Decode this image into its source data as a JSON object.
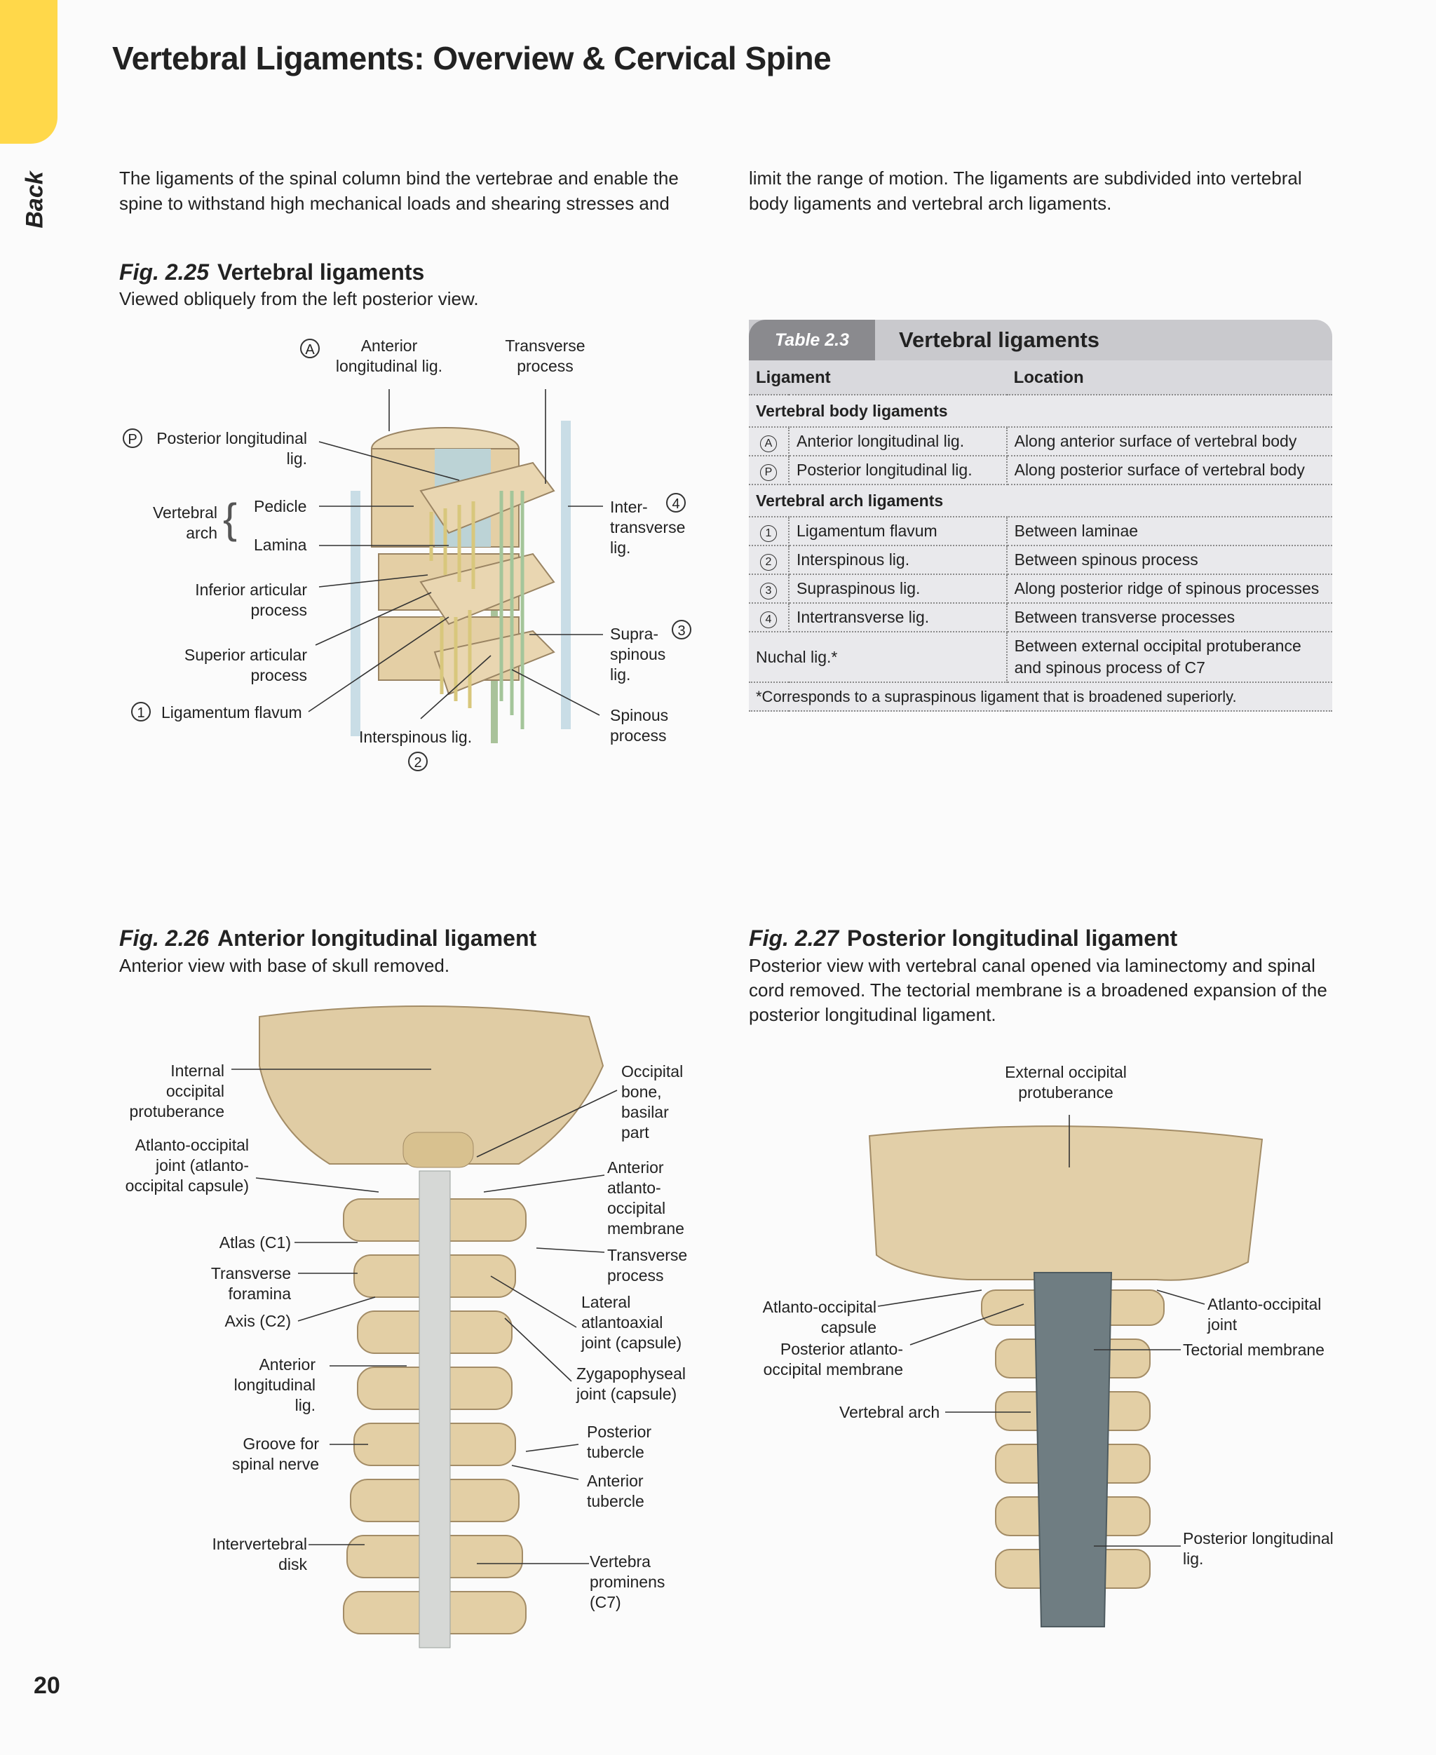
{
  "side_tab": "Back",
  "page_title": "Vertebral Ligaments: Overview & Cervical Spine",
  "intro_left": "The ligaments of the spinal column bind the vertebrae and enable the spine to withstand high mechanical loads and shearing stresses and",
  "intro_right": "limit the range of motion. The ligaments are subdivided into vertebral body ligaments and vertebral arch ligaments.",
  "fig225": {
    "num": "Fig. 2.25",
    "title": "Vertebral ligaments",
    "caption": "Viewed obliquely from the left posterior view.",
    "labels": {
      "anterior_long": "Anterior longitudinal lig.",
      "transverse_process": "Transverse process",
      "posterior_long": "Posterior longitudinal lig.",
      "vertebral_arch": "Vertebral arch",
      "pedicle": "Pedicle",
      "lamina": "Lamina",
      "intertransverse": "Inter- transverse lig.",
      "inferior_articular": "Inferior articular process",
      "supraspinous": "Supra- spinous lig.",
      "superior_articular": "Superior articular process",
      "lig_flavum": "Ligamentum flavum",
      "spinous_process": "Spinous process",
      "interspinous": "Interspinous lig."
    },
    "markers": {
      "A": "A",
      "P": "P",
      "one": "1",
      "two": "2",
      "three": "3",
      "four": "4"
    }
  },
  "table23": {
    "number": "Table 2.3",
    "title": "Vertebral ligaments",
    "col_ligament": "Ligament",
    "col_location": "Location",
    "section_body": "Vertebral body ligaments",
    "section_arch": "Vertebral arch ligaments",
    "rows_body": [
      {
        "mark": "A",
        "name": "Anterior longitudinal lig.",
        "location": "Along anterior surface of vertebral body"
      },
      {
        "mark": "P",
        "name": "Posterior longitudinal lig.",
        "location": "Along posterior surface of vertebral body"
      }
    ],
    "rows_arch": [
      {
        "mark": "1",
        "name": "Ligamentum flavum",
        "location": "Between laminae"
      },
      {
        "mark": "2",
        "name": "Interspinous lig.",
        "location": "Between spinous process"
      },
      {
        "mark": "3",
        "name": "Supraspinous lig.",
        "location": "Along posterior ridge of spinous processes"
      },
      {
        "mark": "4",
        "name": "Intertransverse lig.",
        "location": "Between transverse processes"
      }
    ],
    "nuchal_name": "Nuchal lig.*",
    "nuchal_location": "Between external occipital protuberance and spinous process of C7",
    "footnote": "*Corresponds to a supraspinous ligament that is broadened superiorly."
  },
  "fig226": {
    "num": "Fig. 2.26",
    "title": "Anterior longitudinal ligament",
    "caption": "Anterior view with base of skull removed.",
    "labels": {
      "internal_occ": "Internal occipital protuberance",
      "ao_joint": "Atlanto-occipital joint (atlanto- occipital capsule)",
      "atlas": "Atlas (C1)",
      "transverse_foramina": "Transverse foramina",
      "axis": "Axis (C2)",
      "anterior_long": "Anterior longitudinal lig.",
      "groove": "Groove for spinal nerve",
      "iv_disk": "Intervertebral disk",
      "occipital_bone": "Occipital bone, basilar part",
      "aao_membrane": "Anterior atlanto- occipital membrane",
      "transverse_process": "Transverse process",
      "lat_aa_joint": "Lateral atlantoaxial joint (capsule)",
      "zyg_joint": "Zygapophyseal joint (capsule)",
      "post_tubercle": "Posterior tubercle",
      "ant_tubercle": "Anterior tubercle",
      "prominens": "Vertebra prominens (C7)"
    }
  },
  "fig227": {
    "num": "Fig. 2.27",
    "title": "Posterior longitudinal ligament",
    "caption": "Posterior view with vertebral canal opened via laminectomy and spinal cord removed. The tectorial membrane is a broadened expansion of the posterior longitudinal ligament.",
    "labels": {
      "ext_occ": "External occipital protuberance",
      "ao_capsule": "Atlanto-occipital capsule",
      "pao_membrane": "Posterior atlanto- occipital membrane",
      "vertebral_arch": "Vertebral arch",
      "ao_joint": "Atlanto-occipital joint",
      "tectorial": "Tectorial membrane",
      "post_long": "Posterior longitudinal lig."
    }
  },
  "page_number": "20",
  "colors": {
    "accent": "#ffd84a",
    "bone": "#e2cfa8",
    "ligament": "#9fc1d3",
    "table_bg": "#e9e9ec",
    "table_head": "#8a8a8e"
  }
}
